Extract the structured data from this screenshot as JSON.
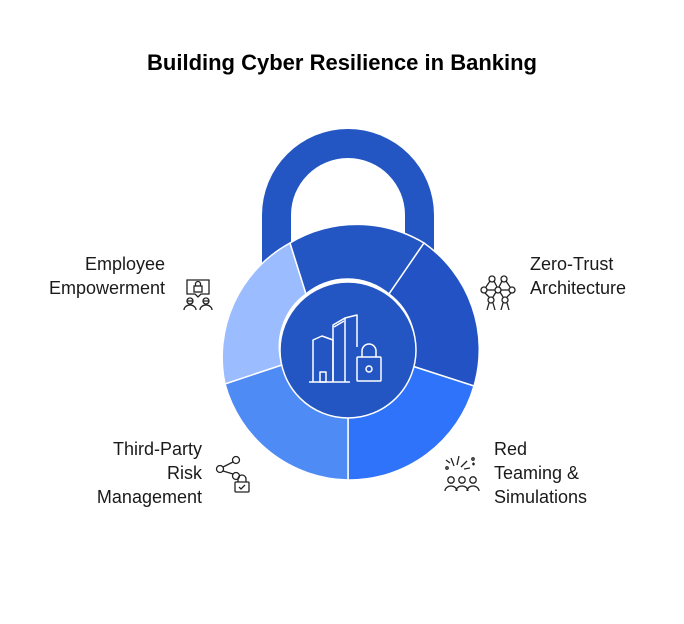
{
  "title": "Building Cyber Resilience in Banking",
  "segments": [
    {
      "id": "employee",
      "lines": [
        "Employee",
        "Empowerment"
      ],
      "color": "#9bbcff",
      "icon": "employees-lock-icon"
    },
    {
      "id": "zero_trust",
      "lines": [
        "Zero-Trust",
        "Architecture"
      ],
      "color": "#2352c4",
      "icon": "network-nodes-icon"
    },
    {
      "id": "third_party",
      "lines": [
        "Third-Party",
        "Risk",
        "Management"
      ],
      "color": "#4f8bf5",
      "icon": "share-lock-icon"
    },
    {
      "id": "red_team",
      "lines": [
        "Red",
        "Teaming &",
        "Simulations"
      ],
      "color": "#2f73fa",
      "icon": "team-fireworks-icon"
    }
  ],
  "colors": {
    "shackle": "#2356c3",
    "center": "#2356c3",
    "icon_stroke": "#ffffff"
  },
  "center_icon": "bank-building-lock-icon"
}
